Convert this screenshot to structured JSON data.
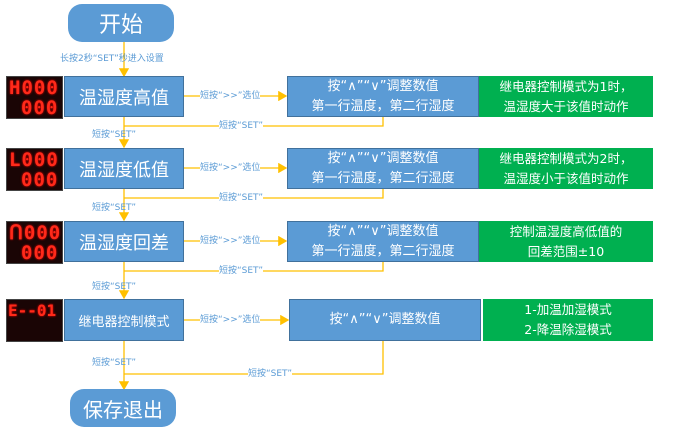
{
  "start": "开始",
  "finish": "保存退出",
  "hold_set": "长按2秒“SET”秒进入设置",
  "short_set": "短按“SET”",
  "short_arrow": "短按“>>”选位",
  "steps": [
    {
      "title": "温湿度高值",
      "display": [
        "H000",
        "000"
      ],
      "adjust": [
        "按“∧”“∨”调整数值",
        "第一行温度，第二行湿度"
      ],
      "note": [
        "继电器控制模式为1时，",
        "温湿度大于该值时动作"
      ]
    },
    {
      "title": "温湿度低值",
      "display": [
        "L000",
        "000"
      ],
      "adjust": [
        "按“∧”“∨”调整数值",
        "第一行温度，第二行湿度"
      ],
      "note": [
        "继电器控制模式为2时，",
        "温湿度小于该值时动作"
      ]
    },
    {
      "title": "温湿度回差",
      "display": [
        "ᑎ000",
        "000"
      ],
      "adjust": [
        "按“∧”“∨”调整数值",
        "第一行温度，第二行湿度"
      ],
      "note": [
        "控制温湿度高低值的",
        "回差范围±10"
      ]
    },
    {
      "title": "继电器控制模式",
      "display": [
        "E--01",
        ""
      ],
      "adjust": [
        "按“∧”“∨”调整数值"
      ],
      "note": [
        "1-加温加湿模式",
        "2-降温除湿模式"
      ]
    }
  ],
  "colors": {
    "box": "#5b9bd5",
    "note": "#00b050",
    "arrow": "#ffc000",
    "led": "#ff2a1a"
  }
}
